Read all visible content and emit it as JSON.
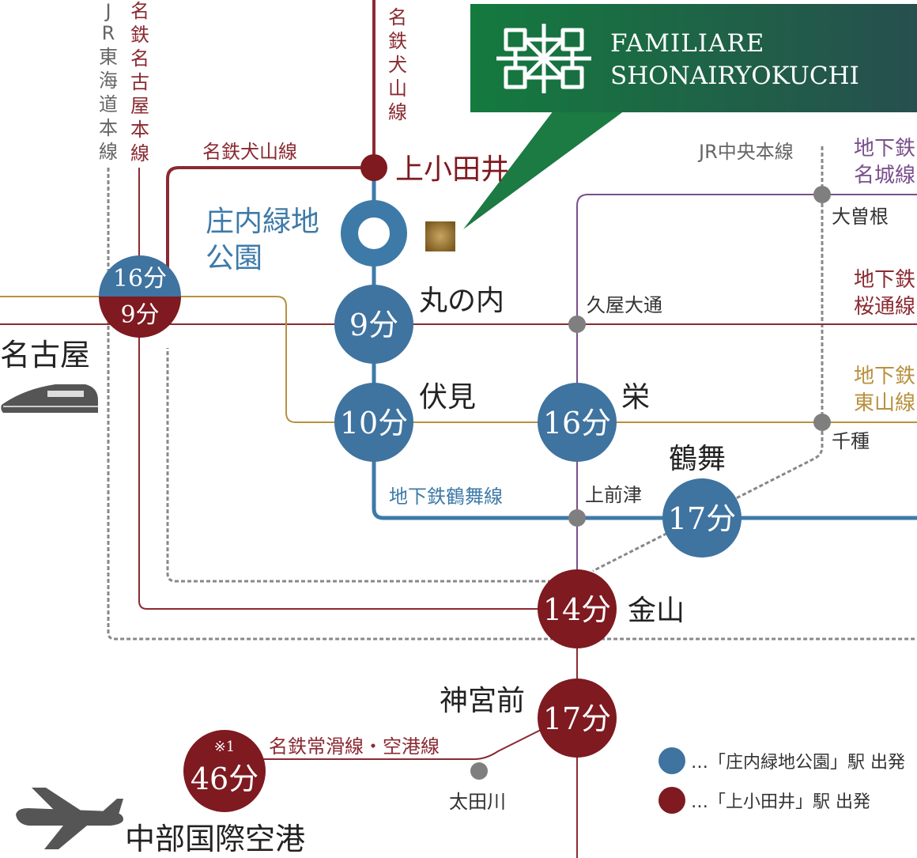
{
  "brand": {
    "line1": "FAMILIARE",
    "line2": "SHONAIRYOKUCHI"
  },
  "lines": {
    "jr_tokaido": "JR東海道本線",
    "meitetsu_nagoya": "名鉄名古屋本線",
    "meitetsu_inuyama_v": "名鉄犬山線",
    "meitetsu_inuyama_h": "名鉄犬山線",
    "jr_chuo": "JR中央本線",
    "subway_meijo": [
      "地下鉄",
      "名城線"
    ],
    "subway_sakuradori": [
      "地下鉄",
      "桜通線"
    ],
    "subway_higashiyama": [
      "地下鉄",
      "東山線"
    ],
    "subway_tsurumai": "地下鉄鶴舞線",
    "meitetsu_tokoname": "名鉄常滑線・空港線"
  },
  "stations": {
    "kamiotai": "上小田井",
    "shonai": [
      "庄内緑地",
      "公園"
    ],
    "nagoya": "名古屋",
    "marunouchi": "丸の内",
    "fushimi": "伏見",
    "sakae": "栄",
    "tsurumai": "鶴舞",
    "kanayama": "金山",
    "jingumae": "神宮前",
    "ozone": "大曽根",
    "hisaya": "久屋大通",
    "chikusa": "千種",
    "kamimaezu": "上前津",
    "otagawa": "太田川",
    "airport": "中部国際空港"
  },
  "times": {
    "nagoya_blue": "16分",
    "nagoya_red": "9分",
    "marunouchi": "9分",
    "fushimi": "10分",
    "sakae": "16分",
    "tsurumai": "17分",
    "kanayama": "14分",
    "jingumae": "17分",
    "airport": "46分",
    "airport_note": "※1"
  },
  "legend": {
    "blue": "…「庄内緑地公園」駅 出発",
    "red": "…「上小田井」駅 出発"
  },
  "colors": {
    "blue_line": "#3d7aa8",
    "blue_station": "#3f73a0",
    "red_station": "#7e1a20",
    "meitetsu": "#8a2b32",
    "purple": "#7a4f8c",
    "orange": "#b8913f",
    "jr_gray": "#777777",
    "node_gray": "#7f7f7f",
    "brand_green_dark": "#0f5a3a",
    "brand_green": "#1f7a4a",
    "gold": "#8a6a2a"
  }
}
